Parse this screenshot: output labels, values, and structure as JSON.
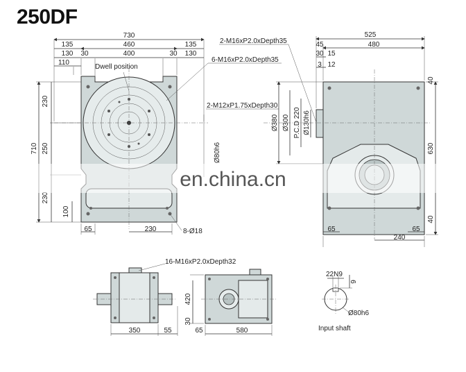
{
  "title": "250DF",
  "watermark": "en.china.cn",
  "front_view": {
    "top_dims": [
      "730",
      "460",
      "135",
      "135",
      "130",
      "30",
      "400",
      "30",
      "130",
      "110"
    ],
    "left_dims": [
      "230",
      "250",
      "710",
      "230",
      "100"
    ],
    "bottom_dims": [
      "65",
      "230"
    ],
    "label_dwell": "Dwell position",
    "label_hole_bottom": "8-Ø18",
    "label_shaft": "Ø80h6"
  },
  "callouts": {
    "a": "2-M16xP2.0xDepth35",
    "b": "6-M16xP2.0xDepth35",
    "c": "2-M12xP1.75xDepth30"
  },
  "side_view": {
    "top_dims": [
      "525",
      "480",
      "45",
      "30",
      "15",
      "3",
      "12"
    ],
    "left_dims": [
      "Ø380",
      "Ø300",
      "P.C.D 220",
      "Ø130h6"
    ],
    "right_dims": [
      "40",
      "630",
      "40"
    ],
    "bottom_dims": [
      "65",
      "65",
      "240"
    ]
  },
  "top_view": {
    "label_holes": "16-M16xP2.0xDepth32",
    "bottom_dims": [
      "350",
      "55"
    ]
  },
  "bottom_view": {
    "left_dims": [
      "420",
      "30"
    ],
    "bottom_dims": [
      "65",
      "580"
    ]
  },
  "shaft_detail": {
    "key_width": "22N9",
    "key_depth": "9",
    "diameter": "Ø80h6",
    "caption": "Input shaft"
  }
}
